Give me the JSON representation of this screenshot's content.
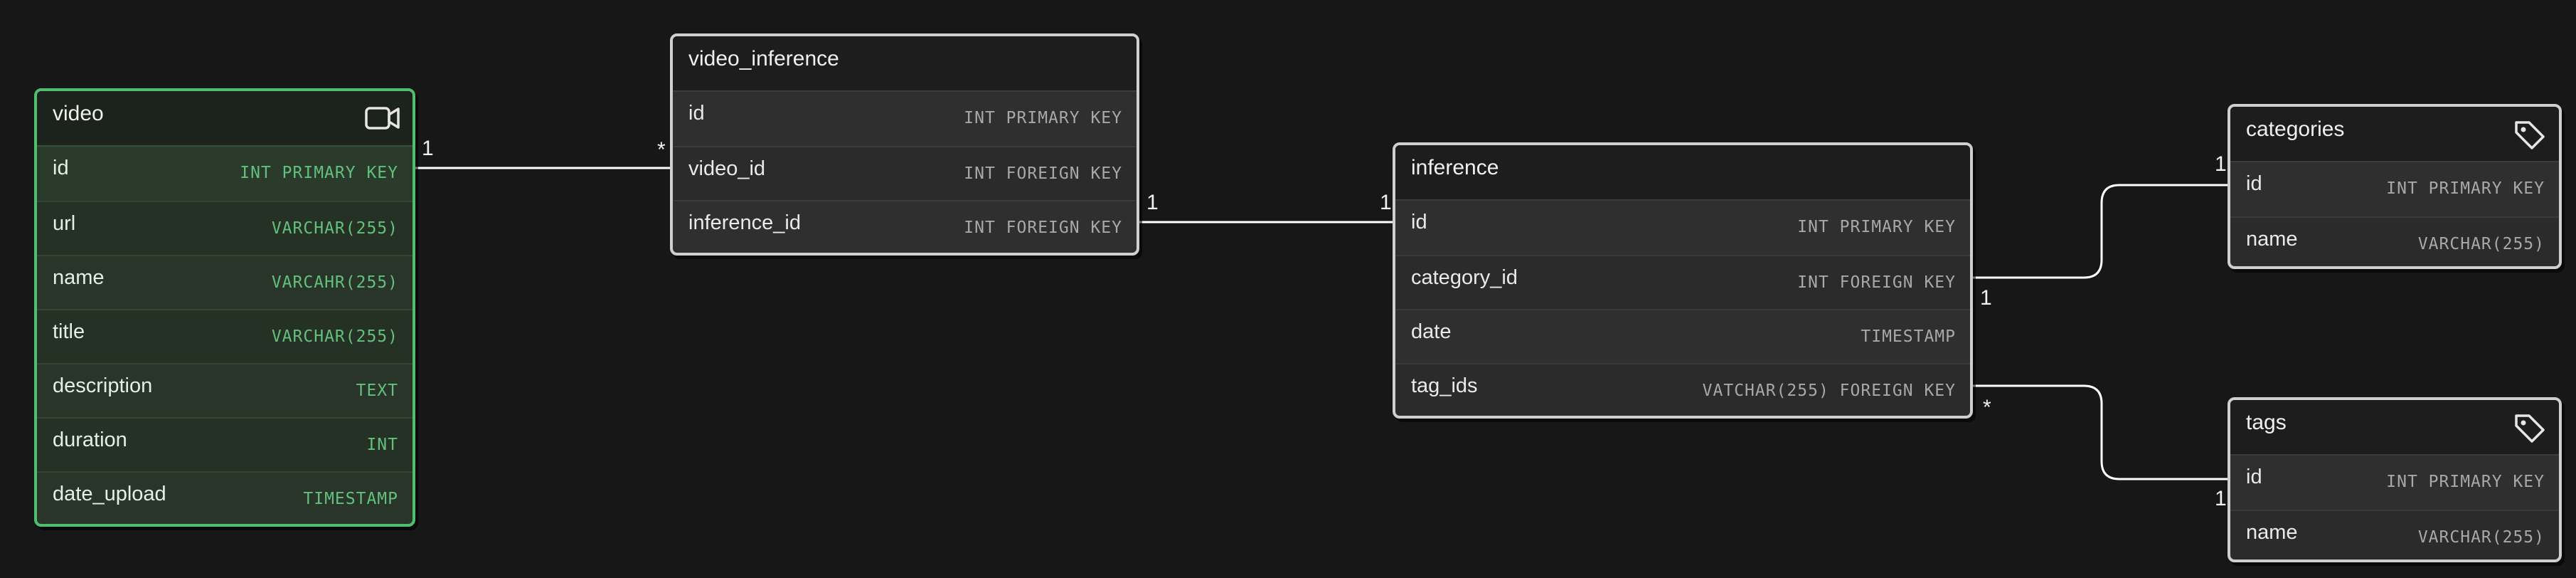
{
  "tables": {
    "video": {
      "title": "video",
      "icon": "video-camera-icon",
      "accent": "#4fbf6f",
      "rows": [
        {
          "name": "id",
          "type": "INT PRIMARY KEY"
        },
        {
          "name": "url",
          "type": "VARCHAR(255)"
        },
        {
          "name": "name",
          "type": "VARCAHR(255)"
        },
        {
          "name": "title",
          "type": "VARCHAR(255)"
        },
        {
          "name": "description",
          "type": "TEXT"
        },
        {
          "name": "duration",
          "type": "INT"
        },
        {
          "name": "date_upload",
          "type": "TIMESTAMP"
        }
      ]
    },
    "video_inference": {
      "title": "video_inference",
      "rows": [
        {
          "name": "id",
          "type": "INT PRIMARY KEY"
        },
        {
          "name": "video_id",
          "type": "INT FOREIGN KEY"
        },
        {
          "name": "inference_id",
          "type": "INT FOREIGN KEY"
        }
      ]
    },
    "inference": {
      "title": "inference",
      "rows": [
        {
          "name": "id",
          "type": "INT PRIMARY KEY"
        },
        {
          "name": "category_id",
          "type": "INT FOREIGN KEY"
        },
        {
          "name": "date",
          "type": "TIMESTAMP"
        },
        {
          "name": "tag_ids",
          "type": "VATCHAR(255) FOREIGN KEY"
        }
      ]
    },
    "categories": {
      "title": "categories",
      "icon": "tag-icon",
      "rows": [
        {
          "name": "id",
          "type": "INT PRIMARY KEY"
        },
        {
          "name": "name",
          "type": "VARCHAR(255)"
        }
      ]
    },
    "tags": {
      "title": "tags",
      "icon": "tag-icon",
      "rows": [
        {
          "name": "id",
          "type": "INT PRIMARY KEY"
        },
        {
          "name": "name",
          "type": "VARCHAR(255)"
        }
      ]
    }
  },
  "relations": [
    {
      "from": "video.id",
      "to": "video_inference.video_id",
      "from_card": "1",
      "to_card": "*"
    },
    {
      "from": "video_inference.inference_id",
      "to": "inference.id",
      "from_card": "1",
      "to_card": "1"
    },
    {
      "from": "inference.category_id",
      "to": "categories.id",
      "from_card": "1",
      "to_card": "1"
    },
    {
      "from": "inference.tag_ids",
      "to": "tags.id",
      "from_card": "*",
      "to_card": "1"
    }
  ]
}
